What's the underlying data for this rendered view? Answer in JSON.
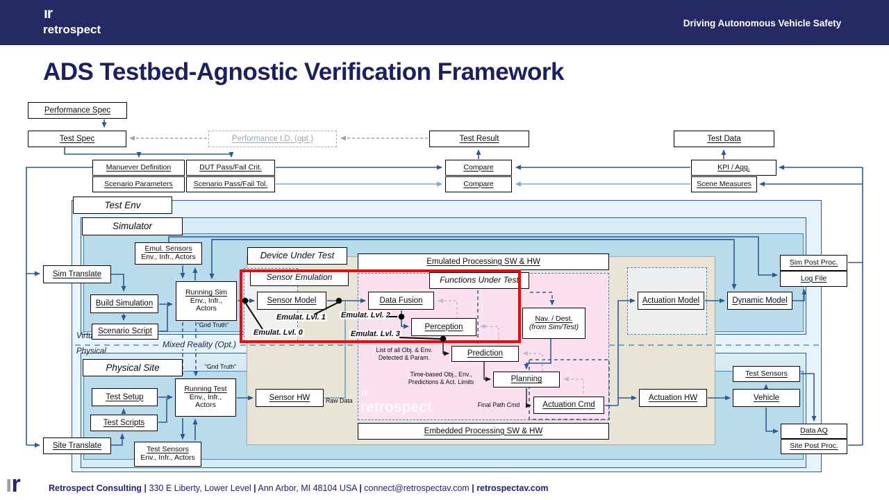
{
  "header": {
    "brand_mark": "ır",
    "brand_name": "retrospect",
    "tagline": "Driving Autonomous Vehicle Safety"
  },
  "title": "ADS Testbed-Agnostic Verification Framework",
  "nodes": {
    "performance_spec": "Performance Spec",
    "test_spec": "Test Spec",
    "performance_id": "Performance I.D. (opt.)",
    "test_result": "Test Result",
    "test_data": "Test Data",
    "manuever_definition": "Manuever Definition",
    "scenario_parameters": "Scenario Parameters",
    "dut_pass_fail": "DUT Pass/Fail Crit.",
    "scenario_pass_fail": "Scenario Pass/Fail Tol.",
    "compare_top": "Compare",
    "compare_bottom": "Compare",
    "kpi_agg": "KPI / Agg.",
    "scene_measures": "Scene Measures",
    "test_env": "Test Env",
    "simulator": "Simulator",
    "sim_translate": "Sim Translate",
    "emul_sensors": {
      "t": "Emul. Sensors",
      "l2": "Env., Infr., Actors"
    },
    "build_simulation": "Build Simulation",
    "scenario_script": "Scenario Script",
    "running_sim": {
      "t": "Running Sim",
      "l2": "Env., Infr.,",
      "l3": "Actors"
    },
    "gnd_truth_sim": "“Gnd Truth”",
    "device_under_test": "Device Under Test",
    "sensor_emulation": "Sensor Emulation",
    "sensor_model": "Sensor Model",
    "emulated_processing": "Emulated Processing SW & HW",
    "functions_under_test": "Functions Under Test",
    "data_fusion": "Data Fusion",
    "perception": "Perception",
    "nav_dest": {
      "t": "Nav. / Dest.",
      "l2": "(from Sim/Test)"
    },
    "prediction": "Prediction",
    "planning": "Planning",
    "actuation_cmd": "Actuation Cmd",
    "actuation_model": "Actuation Model",
    "dynamic_model": "Dynamic Model",
    "sim_post_proc": "Sim Post Proc.",
    "log_file": "Log File",
    "embedded_processing": "Embedded Processing SW & HW",
    "virtual": "Virtual",
    "physical": "Physical",
    "mixed_reality": "Mixed Reality (Opt.)",
    "physical_site": "Physical Site",
    "test_setup": "Test Setup",
    "test_scripts": "Test Scripts",
    "site_translate": "Site Translate",
    "running_test": {
      "t": "Running Test",
      "l2": "Env., Infr.,",
      "l3": "Actors"
    },
    "gnd_truth_phys": "“Gnd Truth”",
    "test_sensors_phys": {
      "t": "Test Sensors",
      "l2": "Env., Infr., Actors"
    },
    "sensor_hw": "Sensor HW",
    "raw_data": "Raw Data",
    "actuation_hw": "Actuation HW",
    "vehicle": "Vehicle",
    "test_sensors_vehicle": "Test Sensors",
    "data_aq": "Data AQ",
    "site_post_proc": "Site Post Proc."
  },
  "annotations": {
    "emulat_lvl_0": "Emulat.  Lvl. 0",
    "emulat_lvl_1": "Emulat.  Lvl. 1",
    "emulat_lvl_2": "Emulat.  Lvl. 2",
    "emulat_lvl_3": "Emulat.  Lvl. 3",
    "list_obj_1": "List of all Obj. & Env.",
    "list_obj_2": "Detected & Param.",
    "time_based_1": "Time-based Obj., Env.,",
    "time_based_2": "Predictions & Act. Limits",
    "final_path_cmd": "Final Path Cmd",
    "watermark_mark": "ır",
    "watermark_name": "retrospect"
  },
  "footer": {
    "company": "Retrospect Consulting",
    "sep": "|",
    "address1": "330 E Liberty, Lower Level",
    "address2": "Ann Arbor, MI 48104 USA",
    "email": "connect@retrospectav.com",
    "website": "retrospectav.com"
  },
  "colors": {
    "header_navy": "#262a64",
    "title_navy": "#1b2160",
    "line_navy": "#2d5a8e",
    "line_steel": "#7fa6c8",
    "panel_light_blue": "#e8f4fc",
    "panel_mid_blue": "#d6ebf6",
    "panel_deep_blue": "#b9dcec",
    "panel_beige": "#e9e5d6",
    "panel_pink": "#fbe1ef",
    "panel_gray": "#f0eff1",
    "highlight_red": "#e80c0c",
    "feedback_gray": "#b9c0c7",
    "footer_navy": "#1d2472"
  }
}
